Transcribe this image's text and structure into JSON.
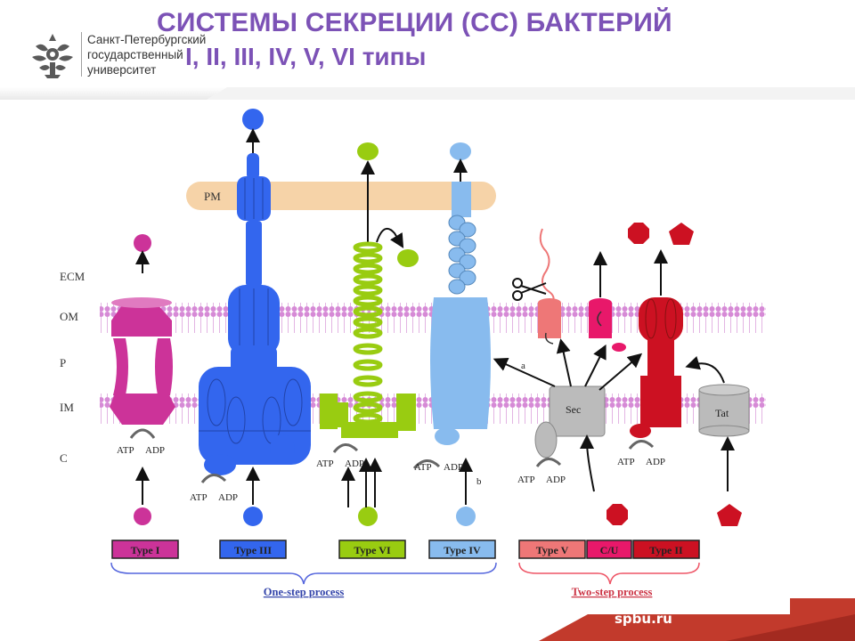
{
  "slide": {
    "title_line1": "СИСТЕМЫ СЕКРЕЦИИ (СС) БАКТЕРИЙ",
    "title_line2": "I, II, III, IV, V, VI типы",
    "footer_url": "spbu.ru",
    "brand_color": "#7c52b6",
    "accent_color": "#c8382a"
  },
  "logo": {
    "line1": "Санкт-Петербургский",
    "line2": "государственный",
    "line3": "университет"
  },
  "diagram": {
    "layers": {
      "pm": "PM",
      "ecm": "ECM",
      "om": "OM",
      "p": "P",
      "im": "IM",
      "c": "C"
    },
    "energy": {
      "atp": "ATP",
      "adp": "ADP"
    },
    "systems": {
      "type1": "Type I",
      "type3": "Type III",
      "type6": "Type VI",
      "type4": "Type IV",
      "type5": "Type V",
      "cu": "C/U",
      "type2": "Type II"
    },
    "complexes": {
      "sec": "Sec",
      "tat": "Tat"
    },
    "path_labels": {
      "a": "a",
      "b": "b"
    },
    "process": {
      "one_step": "One-step process",
      "two_step": "Two-step process"
    },
    "colors": {
      "type1": "#cc3399",
      "type3": "#3366ee",
      "type6": "#99cc11",
      "type4": "#88bbee",
      "type5": "#ee7777",
      "cu": "#e8186a",
      "type2": "#cc1122",
      "sec": "#bbbbbb",
      "membrane": "#d68ad6"
    }
  }
}
